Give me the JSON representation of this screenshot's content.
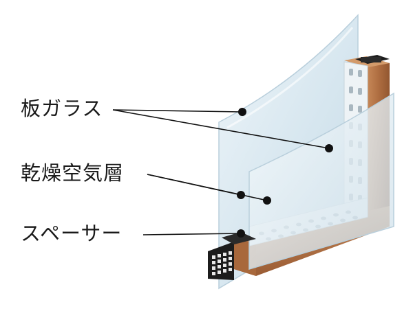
{
  "labels": {
    "plate_glass": "板ガラス",
    "dry_air_layer": "乾燥空気層",
    "spacer": "スペーサー"
  },
  "colors": {
    "glass_fill": "#dbe9f1",
    "glass_edge": "#b9cfdc",
    "spacer_fill": "#eef3f6",
    "wood_frame": "#b9784a",
    "wood_dark": "#8a5432",
    "desiccant_block": "#1c1c1c",
    "leader_line": "#111111"
  }
}
